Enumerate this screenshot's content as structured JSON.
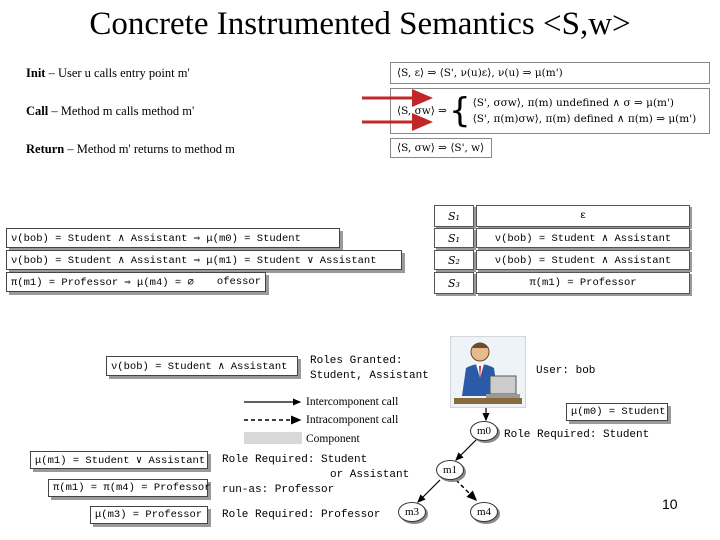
{
  "title": "Concrete Instrumented Semantics <S,w>",
  "rules": {
    "init": {
      "name": "Init",
      "desc": " – User u calls entry point m'",
      "formula": "⟨S, ε⟩ ⇒ ⟨S', ν(u)ε⟩,   ν(u) ⇒ μ(m')"
    },
    "call": {
      "name": "Call",
      "desc": " – Method m calls method m'",
      "formula_lhs": "⟨S, σw⟩ ⇒",
      "formula_1": "⟨S', σσw⟩,   π(m) undefined ∧ σ ⇒ μ(m')",
      "formula_2": "⟨S', π(m)σw⟩,   π(m) defined ∧ π(m) ⇒ μ(m')"
    },
    "return": {
      "name": "Return",
      "desc": " – Method m' returns to method m",
      "formula": "⟨S, σw⟩ ⇒ ⟨S', w⟩"
    }
  },
  "boxes": {
    "b1": "ν(bob) = Student ∧ Assistant  ⇒ μ(m0) = Student",
    "b2": "ν(bob) = Student ∧ Assistant  ⇒ μ(m1) = Student ∨ Assistant",
    "b3": "π(m1) = Professor  ⇒ μ(m4) = ∅",
    "b3_tail": "ofessor"
  },
  "table": [
    {
      "state": "S₁",
      "stack": "ε"
    },
    {
      "state": "S₁",
      "stack": "ν(bob) = Student ∧ Assistant"
    },
    {
      "state": "S₂",
      "stack": "ν(bob) = Student ∧ Assistant"
    },
    {
      "state": "S₃",
      "stack": "π(m1) = Professor"
    }
  ],
  "roles_box": "ν(bob) = Student ∧ Assistant",
  "roles_granted": {
    "line1": "Roles Granted:",
    "line2": "Student, Assistant"
  },
  "user_label": "User: bob",
  "legend": {
    "intercomponent": "Intercomponent call",
    "intracomponent": "Intracomponent call",
    "component": "Component"
  },
  "m0_box": "μ(m0) = Student",
  "m0_role": "Role Required: Student",
  "left_boxes": {
    "m1": "μ(m1) = Student ∨ Assistant",
    "runas": "π(m1) = π(m4) = Professor",
    "m3": "μ(m3) = Professor"
  },
  "right_texts": {
    "m1_role1": "Role Required: Student",
    "m1_role2": "or Assistant",
    "runas": "run-as: Professor",
    "m3_role": "Role Required: Professor"
  },
  "nodes": {
    "m0": "m0",
    "m1": "m1",
    "m3": "m3",
    "m4": "m4"
  },
  "page_number": "10",
  "colors": {
    "arrow": "#c0282a",
    "component": "#d8d8d8"
  }
}
